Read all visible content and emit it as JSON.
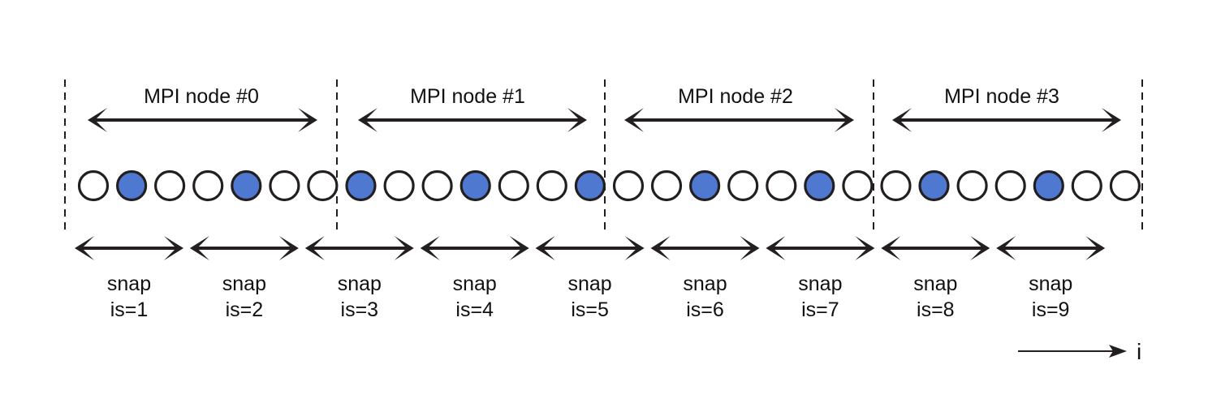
{
  "colors": {
    "ink": "#231f20",
    "filled_circle": "#4f78d0",
    "empty_circle": "#ffffff",
    "background": "#ffffff"
  },
  "nodes": [
    {
      "label": "MPI node #0"
    },
    {
      "label": "MPI node #1"
    },
    {
      "label": "MPI node #2"
    },
    {
      "label": "MPI node #3"
    }
  ],
  "grid_points": [
    0,
    1,
    0,
    0,
    1,
    0,
    0,
    1,
    0,
    0,
    1,
    0,
    0,
    1,
    0,
    0,
    1,
    0,
    0,
    1,
    0,
    0,
    1,
    0,
    0,
    1,
    0,
    0
  ],
  "snapshots": [
    {
      "line1": "snap",
      "line2": "is=1"
    },
    {
      "line1": "snap",
      "line2": "is=2"
    },
    {
      "line1": "snap",
      "line2": "is=3"
    },
    {
      "line1": "snap",
      "line2": "is=4"
    },
    {
      "line1": "snap",
      "line2": "is=5"
    },
    {
      "line1": "snap",
      "line2": "is=6"
    },
    {
      "line1": "snap",
      "line2": "is=7"
    },
    {
      "line1": "snap",
      "line2": "is=8"
    },
    {
      "line1": "snap",
      "line2": "is=9"
    }
  ],
  "axis": {
    "label": "i"
  }
}
